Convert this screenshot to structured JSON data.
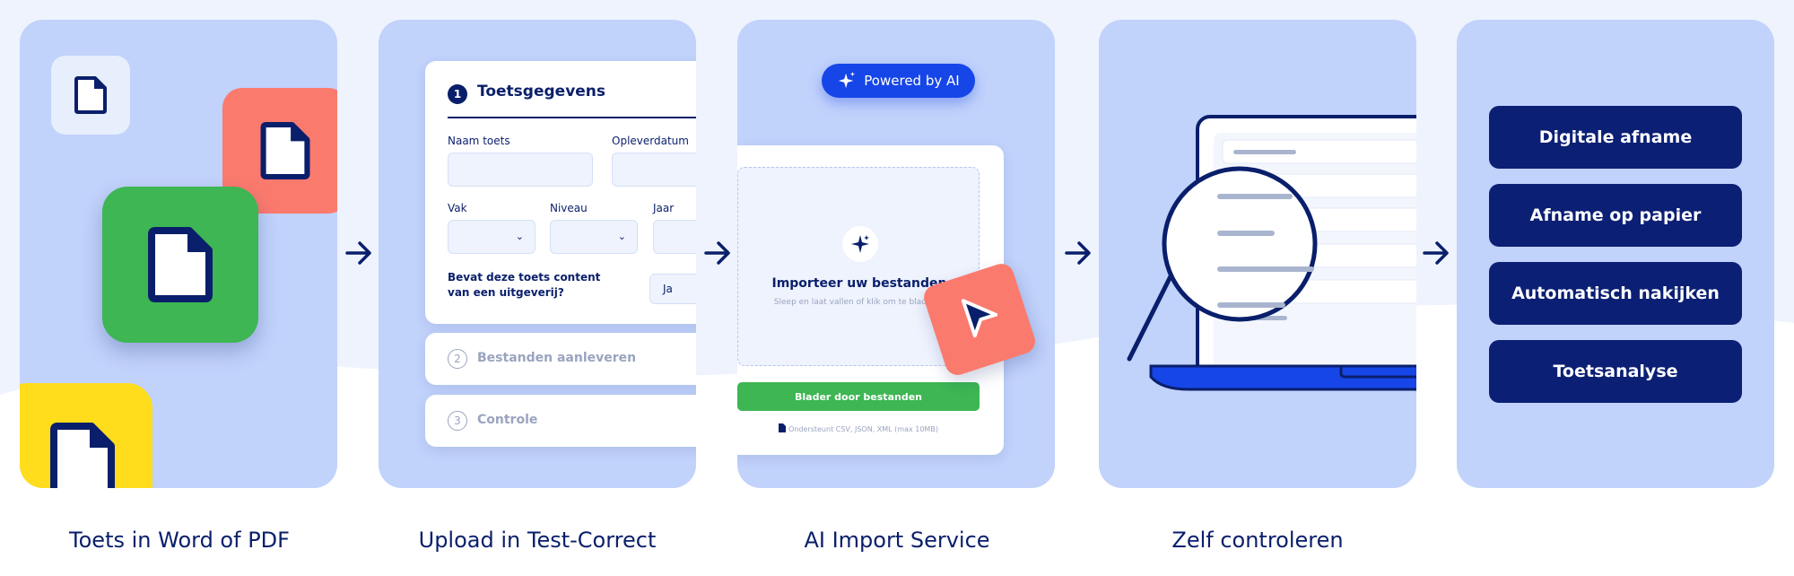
{
  "steps": [
    {
      "caption": "Toets in Word of PDF"
    },
    {
      "caption": "Upload in Test-Correct"
    },
    {
      "caption": "AI Import Service"
    },
    {
      "caption": "Zelf controleren"
    }
  ],
  "form": {
    "step1_number": "1",
    "title": "Toetsgegevens",
    "name_label": "Naam toets",
    "delivery_label": "Opleverdatum",
    "subject_label": "Vak",
    "level_label": "Niveau",
    "year_label": "Jaar",
    "publisher_question_line1": "Bevat deze toets content",
    "publisher_question_line2": "van een uitgeverij?",
    "yes_value": "Ja",
    "step2_number": "2",
    "step2_label": "Bestanden aanleveren",
    "step3_number": "3",
    "step3_label": "Controle"
  },
  "import": {
    "badge": "Powered by AI",
    "title": "Importeer uw bestanden",
    "subtitle": "Sleep en laat vallen of klik om te bladeren",
    "browse_button": "Blader door bestanden",
    "supports": "Ondersteunt CSV, JSON, XML (max 10MB)"
  },
  "outputs": [
    "Digitale afname",
    "Afname op papier",
    "Automatisch nakijken",
    "Toetsanalyse"
  ],
  "colors": {
    "navy": "#0a1f6b",
    "panel": "#c1d2fb",
    "green": "#3db653",
    "coral": "#fb7a6e",
    "yellow": "#ffdd1c",
    "blue": "#1646e8"
  }
}
